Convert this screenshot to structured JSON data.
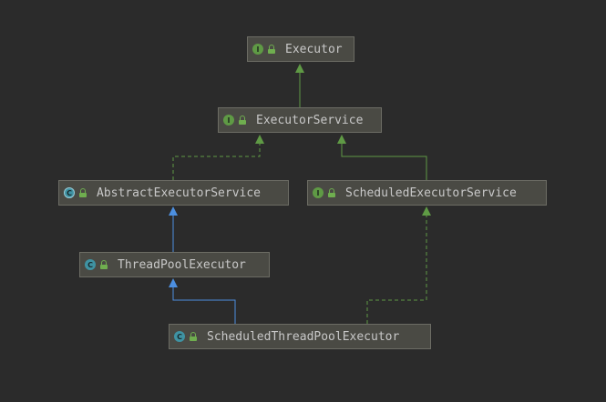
{
  "nodes": {
    "executor": {
      "label": "Executor",
      "kind": "I"
    },
    "executor_service": {
      "label": "ExecutorService",
      "kind": "I"
    },
    "abstract_executor_service": {
      "label": "AbstractExecutorService",
      "kind": "C"
    },
    "scheduled_executor_service": {
      "label": "ScheduledExecutorService",
      "kind": "I"
    },
    "thread_pool_executor": {
      "label": "ThreadPoolExecutor",
      "kind": "C"
    },
    "scheduled_thread_pool_executor": {
      "label": "ScheduledThreadPoolExecutor",
      "kind": "C"
    }
  },
  "colors": {
    "background": "#2b2b2b",
    "node_fill": "#4a4a44",
    "node_border": "#6c6c64",
    "interface_edge": "#5f9a45",
    "extends_edge": "#4c8fe0",
    "interface_badge": "#5f9a45",
    "class_badge": "#3f93a3"
  }
}
